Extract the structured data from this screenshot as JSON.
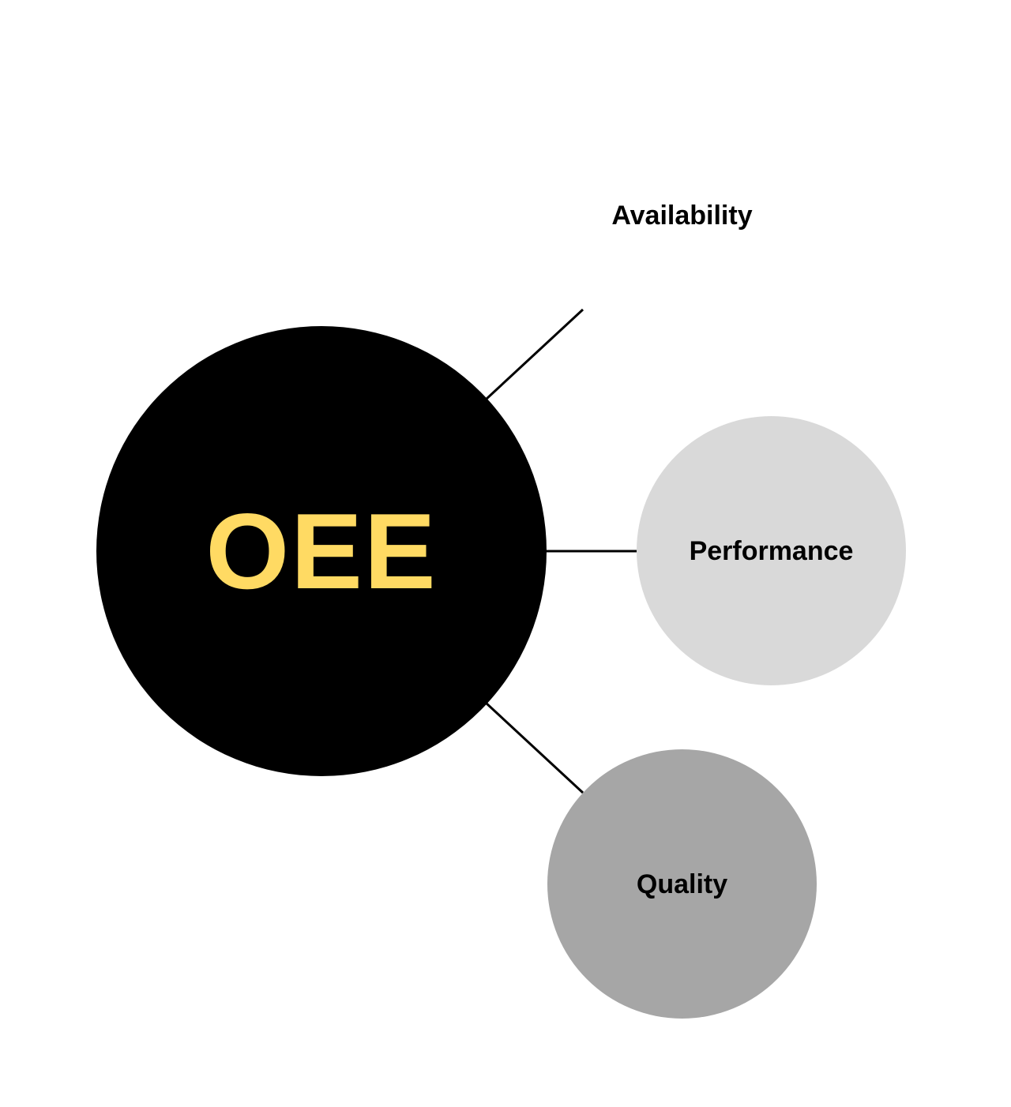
{
  "diagram": {
    "center": {
      "label": "OEE",
      "fill": "#000000",
      "text_color": "#FFDA63"
    },
    "nodes": [
      {
        "id": "availability",
        "label": "Availability",
        "fill": "#FFFFFF"
      },
      {
        "id": "performance",
        "label": "Performance",
        "fill": "#D9D9D9"
      },
      {
        "id": "quality",
        "label": "Quality",
        "fill": "#A6A6A6"
      }
    ],
    "connector_color": "#000000"
  }
}
